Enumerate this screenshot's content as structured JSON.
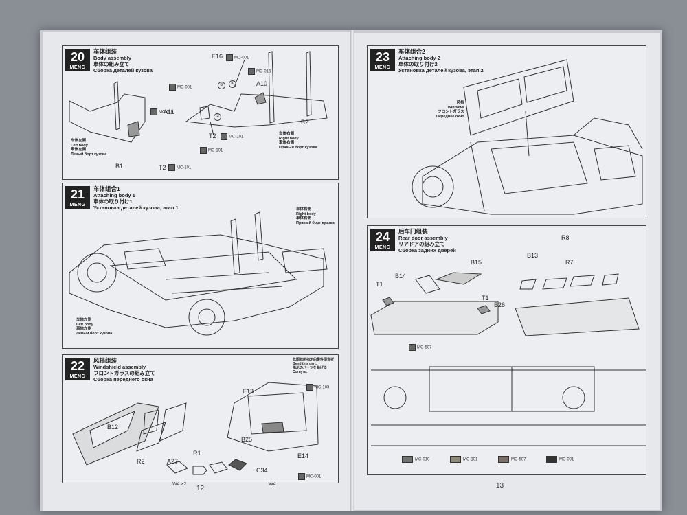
{
  "pages": {
    "left_number": "12",
    "right_number": "13"
  },
  "brand": "MENG",
  "steps": [
    {
      "number": "20",
      "title_zh": "车体组装",
      "title_en": "Body assembly",
      "title_ja": "車体の組み立て",
      "title_ru": "Сборка деталей кузова"
    },
    {
      "number": "21",
      "title_zh": "车体组合1",
      "title_en": "Attaching body 1",
      "title_ja": "車体の取り付け1",
      "title_ru": "Установка деталей кузова, этап 1"
    },
    {
      "number": "22",
      "title_zh": "风挡组装",
      "title_en": "Windshield assembly",
      "title_ja": "フロントガラスの組み立て",
      "title_ru": "Сборка переднего окна"
    },
    {
      "number": "23",
      "title_zh": "车体组合2",
      "title_en": "Attaching body 2",
      "title_ja": "車体の取り付け2",
      "title_ru": "Установка деталей кузова, этап 2"
    },
    {
      "number": "24",
      "title_zh": "后车门组装",
      "title_en": "Rear door assembly",
      "title_ja": "リアドアの組み立て",
      "title_ru": "Сборка задних дверей"
    }
  ],
  "step20": {
    "parts": {
      "e16": "E16",
      "a10": "A10",
      "a11": "A11",
      "b1": "B1",
      "b2": "B2",
      "t2a": "T2",
      "t2b": "T2"
    },
    "circles": {
      "c3": "③",
      "c4": "④",
      "c2": "②"
    },
    "colors": {
      "mc001a": "MC-001",
      "mc001b": "MC-001",
      "mc016a": "MC-016",
      "mc016b": "MC-016",
      "mc101a": "MC-101",
      "mc101b": "MC-101",
      "mc101c": "MC-101"
    },
    "left_body": {
      "zh": "车体左侧",
      "en": "Left body",
      "ja": "車体左側",
      "ru": "Левый борт кузова"
    },
    "right_body": {
      "zh": "车体右侧",
      "en": "Right body",
      "ja": "車体右側",
      "ru": "Правый борт кузова"
    }
  },
  "step21": {
    "right_body": {
      "zh": "车体右侧",
      "en": "Right body",
      "ja": "車体右側",
      "ru": "Правый борт кузова"
    },
    "left_body": {
      "zh": "车体左侧",
      "en": "Left body",
      "ja": "車体左側",
      "ru": "Левый борт кузова"
    }
  },
  "step22": {
    "parts": {
      "e13": "E13",
      "b12": "B12",
      "b25": "B25",
      "r1": "R1",
      "r2": "R2",
      "a27": "A27",
      "e14": "E14",
      "c34": "C34"
    },
    "bend_note": {
      "zh": "此图标所指示的零件须弯折",
      "en": "Bend this part.",
      "ja": "指示のパーツを曲げる",
      "ru": "Согнуть."
    },
    "colors": {
      "mc103": "MC-103",
      "mc001": "MC-001"
    },
    "tools": {
      "w4a": "4",
      "x2": "×2",
      "w4b": "4"
    }
  },
  "step23": {
    "windows": {
      "zh": "风挡",
      "en": "Windows",
      "ja": "フロントガラス",
      "ru": "Переднее окно"
    }
  },
  "step24": {
    "parts": {
      "b15": "B15",
      "b14": "B14",
      "t1a": "T1",
      "t1b": "T1",
      "b26": "B26",
      "r8": "R8",
      "b13": "B13",
      "r7": "R7"
    },
    "colors": {
      "mc507": "MC-507"
    }
  },
  "legend": [
    {
      "label": "MC-010",
      "color": "#6f7370"
    },
    {
      "label": "MC-101",
      "color": "#8d8a7a"
    },
    {
      "label": "MC-507",
      "color": "#7a6f66"
    },
    {
      "label": "MC-001",
      "color": "#333333"
    }
  ]
}
